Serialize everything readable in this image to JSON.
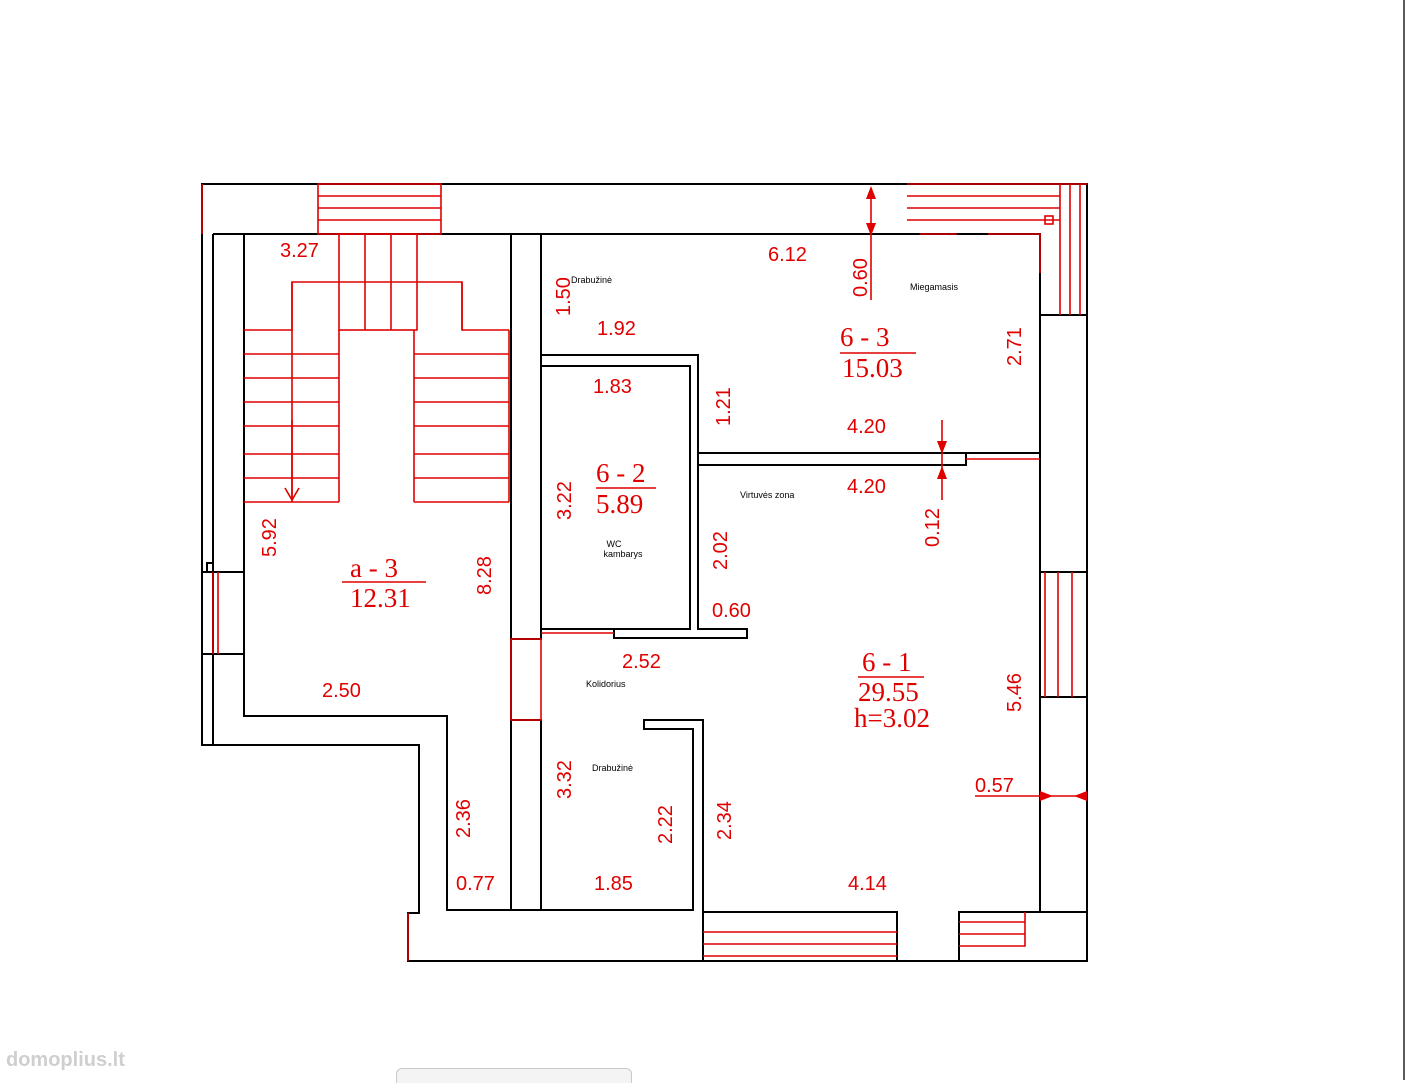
{
  "rooms": [
    {
      "code": "a - 3",
      "area": "12.31"
    },
    {
      "code": "6 - 2",
      "area": "5.89"
    },
    {
      "code": "6 - 3",
      "area": "15.03"
    },
    {
      "code": "6 - 1",
      "area": "29.55",
      "height": "h=3.02"
    }
  ],
  "labels": {
    "drabuzine_top": "Drabužinė",
    "miegamasis": "Miegamasis",
    "wc": "WC",
    "kambarys": "kambarys",
    "virtuves_zona": "Virtuvės zona",
    "kolidorius": "Kolidorius",
    "drabuzine_bottom": "Drabužinė"
  },
  "dims": {
    "d327": "3.27",
    "d612": "6.12",
    "d060a": "0.60",
    "d150": "1.50",
    "d192": "1.92",
    "d271": "2.71",
    "d183": "1.83",
    "d121": "1.21",
    "d420a": "4.20",
    "d420b": "4.20",
    "d322a": "3.22",
    "d012": "0.12",
    "d592": "5.92",
    "d828": "8.28",
    "d202": "2.02",
    "d060b": "0.60",
    "d252": "2.52",
    "d250": "2.50",
    "d546": "5.46",
    "d332": "3.32",
    "d057": "0.57",
    "d236": "2.36",
    "d222": "2.22",
    "d234": "2.34",
    "d077": "0.77",
    "d185": "1.85",
    "d414": "4.14"
  },
  "watermark": "domoplius.lt",
  "colors": {
    "wall": "#000000",
    "accent": "#e00000"
  }
}
